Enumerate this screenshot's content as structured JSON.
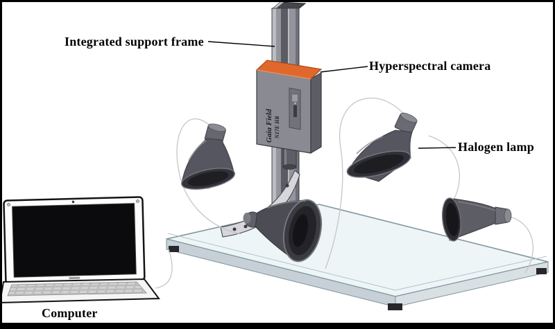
{
  "figure": {
    "labels": {
      "support_frame": "Integrated support frame",
      "camera": "Hyperspectral camera",
      "halogen_lamp": "Halogen lamp",
      "computer": "Computer"
    },
    "camera_text": {
      "brand": "Gaia Field",
      "model": "N17E HR"
    },
    "colors": {
      "camera_top": "#e0682c",
      "camera_front": "#8a8a93",
      "camera_side": "#5d5d66",
      "frame_column": "#94949d",
      "lamp_body": "#565660",
      "lamp_opening": "#1e1e23",
      "base_top": "#edf5f7",
      "base_side": "#c6d0d6",
      "background": "#ffffff",
      "border": "#000000"
    }
  }
}
